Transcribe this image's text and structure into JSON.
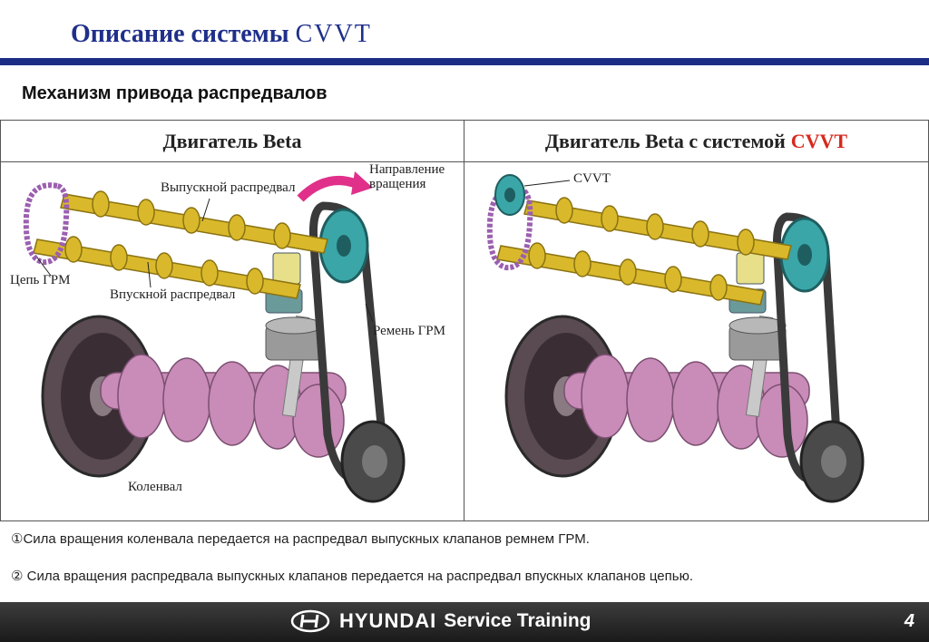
{
  "header": {
    "title_main": "Описание системы",
    "title_accent": "CVVT"
  },
  "section": {
    "title": "Механизм привода распредвалов"
  },
  "panels": {
    "left": {
      "heading": "Двигатель Beta",
      "labels": {
        "exhaust_cam": "Выпускной распредвал",
        "direction": "Направление вращения",
        "timing_chain": "Цепь ГРМ",
        "intake_cam": "Впускной распредвал",
        "timing_belt": "Ремень ГРМ",
        "crankshaft": "Коленвал"
      }
    },
    "right": {
      "heading_main": "Двигатель Beta с системой",
      "heading_accent": "CVVT",
      "labels": {
        "cvvt": "CVVT"
      }
    }
  },
  "notes": [
    "①Сила вращения коленвала передается на распредвал выпускных клапанов ремнем ГРМ.",
    "② Сила вращения распредвала выпускных клапанов передается на распредвал впускных клапанов цепью."
  ],
  "footer": {
    "brand": "HYUNDAI",
    "tagline": "Service Training",
    "page": "4"
  },
  "colors": {
    "title_blue": "#1f2f8a",
    "accent_red": "#d62a1e",
    "camshaft_yellow": "#d9b92b",
    "crank_pink": "#c98bb8",
    "chain_purple": "#9b5fb0",
    "sprocket_teal": "#3aa6a8",
    "arrow_magenta": "#e0308a"
  }
}
